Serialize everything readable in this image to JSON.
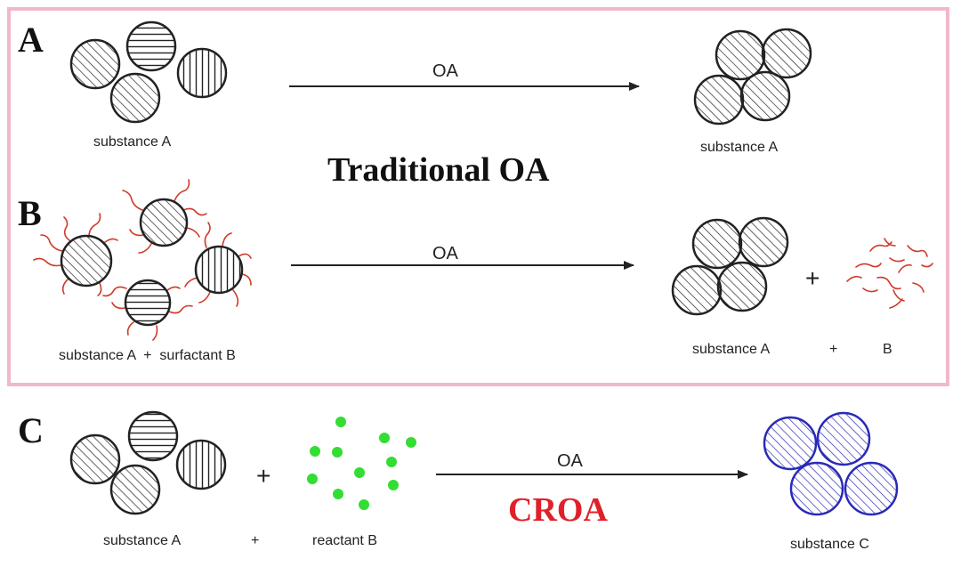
{
  "panels": {
    "A": {
      "letter": "A",
      "left_caption": "substance A",
      "arrow_label": "OA",
      "right_caption": "substance A"
    },
    "traditional_title": "Traditional OA",
    "B": {
      "letter": "B",
      "left_caption": "substance A  +  surfactant B",
      "arrow_label": "OA",
      "right_caption_1": "substance A",
      "right_plus": "+",
      "right_caption_2": "B",
      "plus_sign": "+"
    },
    "C": {
      "letter": "C",
      "plus_sign": "+",
      "caption_left": "substance A",
      "caption_plus": "+",
      "caption_mid": "reactant B",
      "arrow_label": "OA",
      "title": "CROA",
      "right_caption": "substance C"
    }
  },
  "colors": {
    "frame_border": "#f0b8c8",
    "particle_stroke": "#222222",
    "product_c_stroke": "#2a2ab8",
    "surfactant": "#d03a2a",
    "reactant_dot": "#33dd33",
    "croa_title": "#e0202a"
  }
}
